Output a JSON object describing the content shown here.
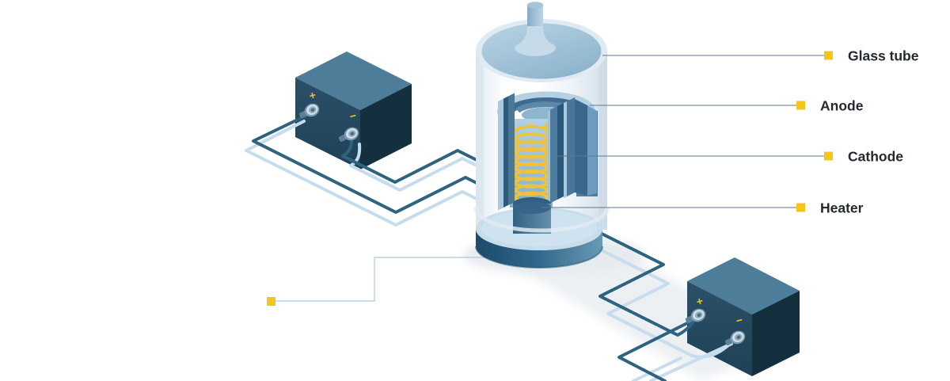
{
  "diagram": {
    "subject": "vacuum-tube-diode-with-batteries",
    "callouts": {
      "items": [
        {
          "label": "Glass tube"
        },
        {
          "label": "Anode"
        },
        {
          "label": "Cathode"
        },
        {
          "label": "Heater"
        }
      ],
      "unlabeled_marker_bottom_left": true
    },
    "batteries": {
      "left": {
        "plus": "+",
        "minus": "−"
      },
      "right": {
        "plus": "+",
        "minus": "−"
      }
    },
    "colors": {
      "accent_yellow": "#F6C51D",
      "wire_dark": "#2E6380",
      "wire_light": "#C7DCEC",
      "coil": "#EFC23D",
      "battery_top": "#4D7D99",
      "battery_front": "#264B61",
      "battery_side": "#14303F",
      "label_text": "#23292E",
      "leader_line": "#5F7689",
      "light_leader": "#ABC8E0"
    }
  }
}
